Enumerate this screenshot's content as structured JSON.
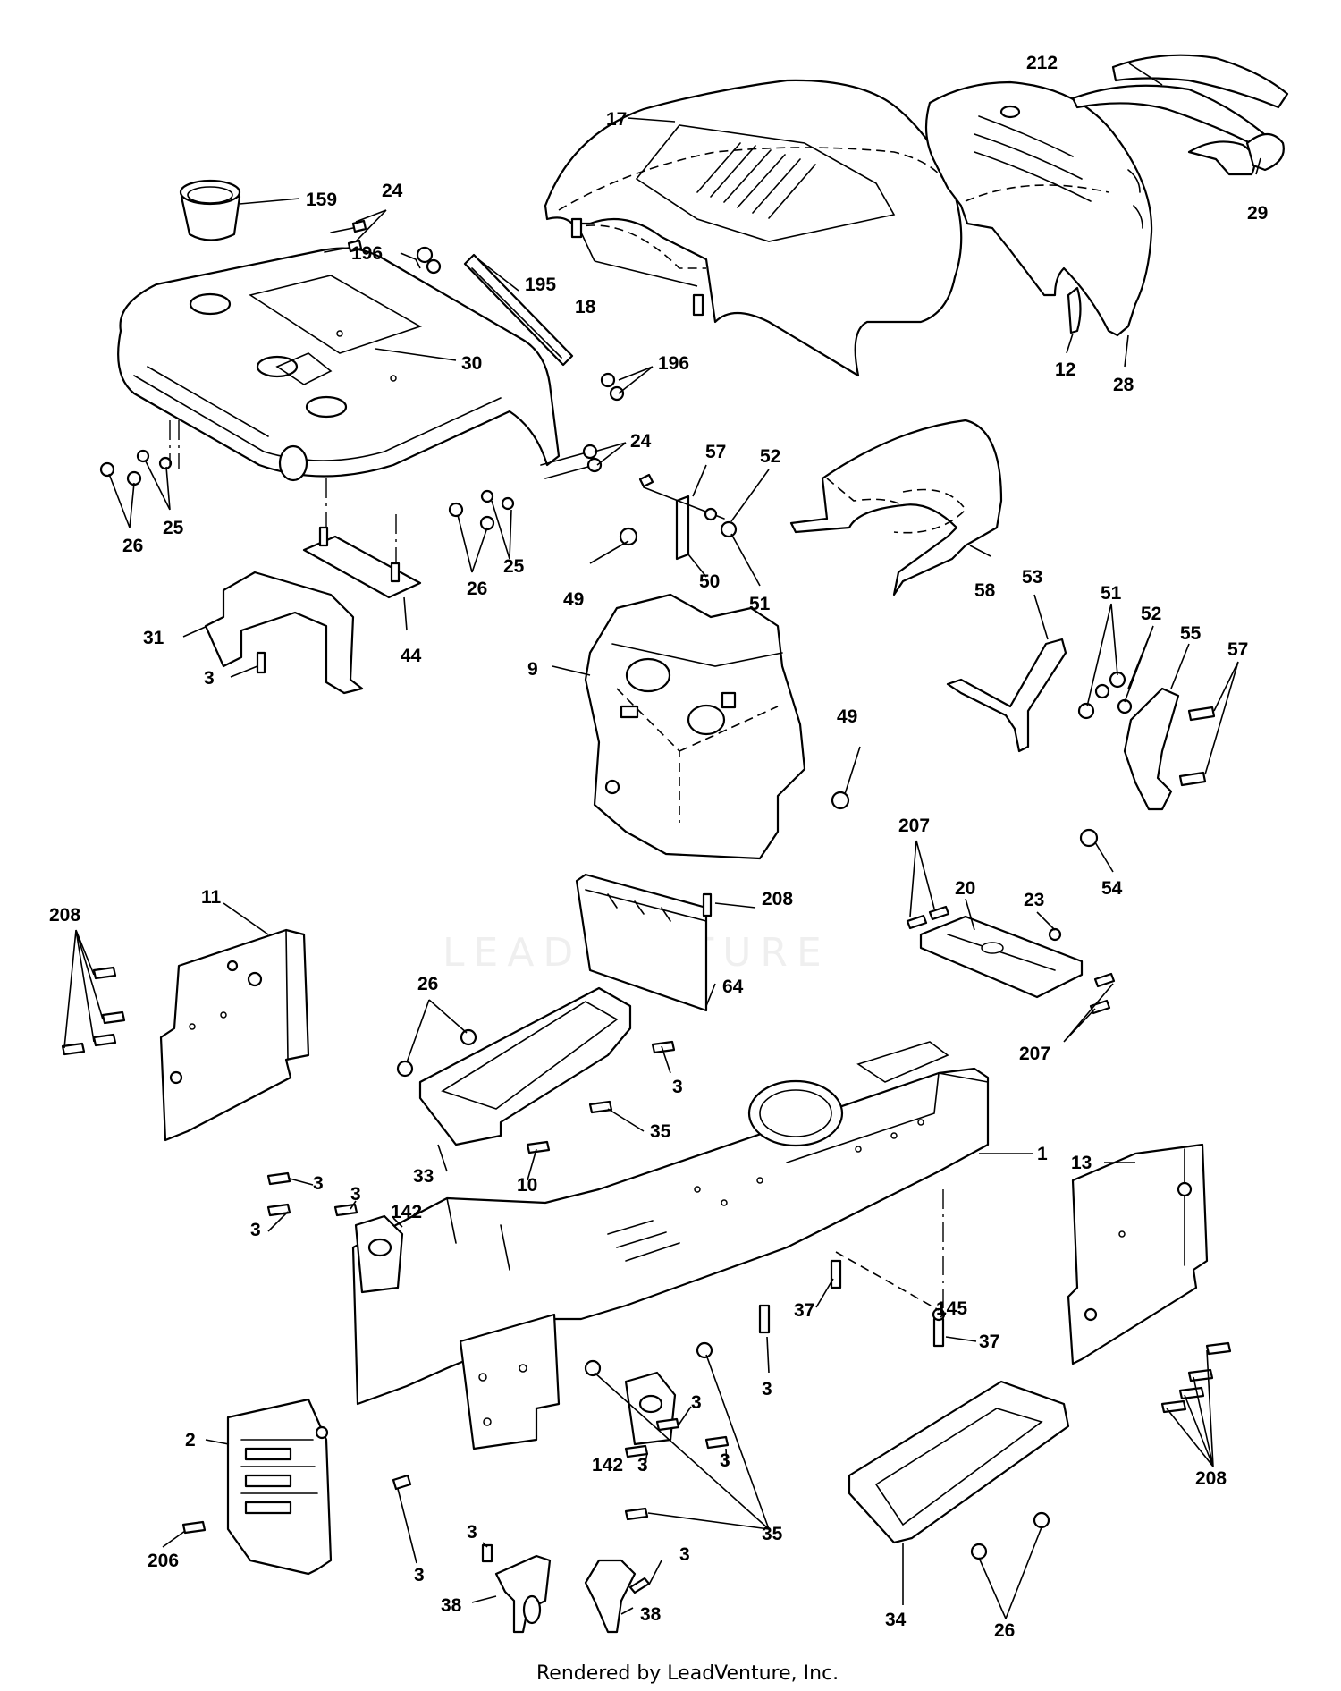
{
  "watermark": "LEADVENTURE",
  "footer": "Rendered by LeadVenture, Inc.",
  "parts": {
    "frame": "1",
    "bracket_front": "2",
    "screw": "3",
    "dash_panel": "9",
    "bolt_10": "10",
    "side_plate_left": "11",
    "latch": "12",
    "side_plate_right": "13",
    "hood": "17",
    "bumper_18": "18",
    "support_20": "20",
    "nut_23": "23",
    "screw_24": "24",
    "washer_25": "25",
    "nut_26": "26",
    "grille": "28",
    "lens": "29",
    "fender": "30",
    "bracket_31": "31",
    "footrest_left": "33",
    "footrest_right": "34",
    "bolt_35": "35",
    "bolt_37": "37",
    "bracket_38": "38",
    "plate_44": "44",
    "bracket_49": "49",
    "strap_50": "50",
    "nut_51": "51",
    "washer_52": "52",
    "bracket_53": "53",
    "bolt_54": "54",
    "bracket_55": "55",
    "screw_57": "57",
    "pan_58": "58",
    "panel_64": "64",
    "bracket_142": "142",
    "spacer_145": "145",
    "cup_holder": "159",
    "plate_195": "195",
    "bolt_196": "196",
    "screw_206": "206",
    "bolt_207": "207",
    "screw_208": "208",
    "light_212": "212"
  }
}
